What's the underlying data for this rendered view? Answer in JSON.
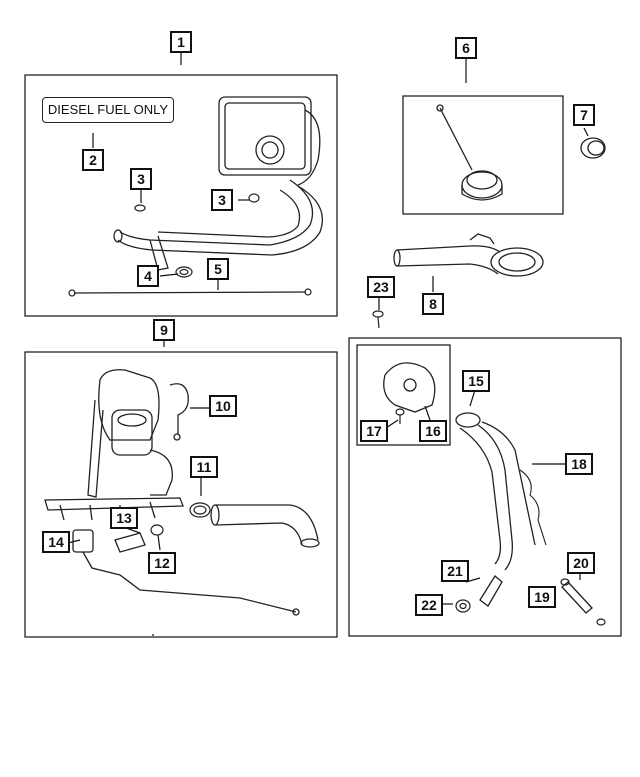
{
  "diesel_label": "DIESEL FUEL ONLY",
  "callouts": {
    "c1": "1",
    "c2": "2",
    "c3a": "3",
    "c3b": "3",
    "c4": "4",
    "c5": "5",
    "c6": "6",
    "c7": "7",
    "c8": "8",
    "c9": "9",
    "c10": "10",
    "c11": "11",
    "c12": "12",
    "c13": "13",
    "c14": "14",
    "c15": "15",
    "c16": "16",
    "c17": "17",
    "c18": "18",
    "c19": "19",
    "c20": "20",
    "c21": "21",
    "c22": "22",
    "c23": "23"
  }
}
